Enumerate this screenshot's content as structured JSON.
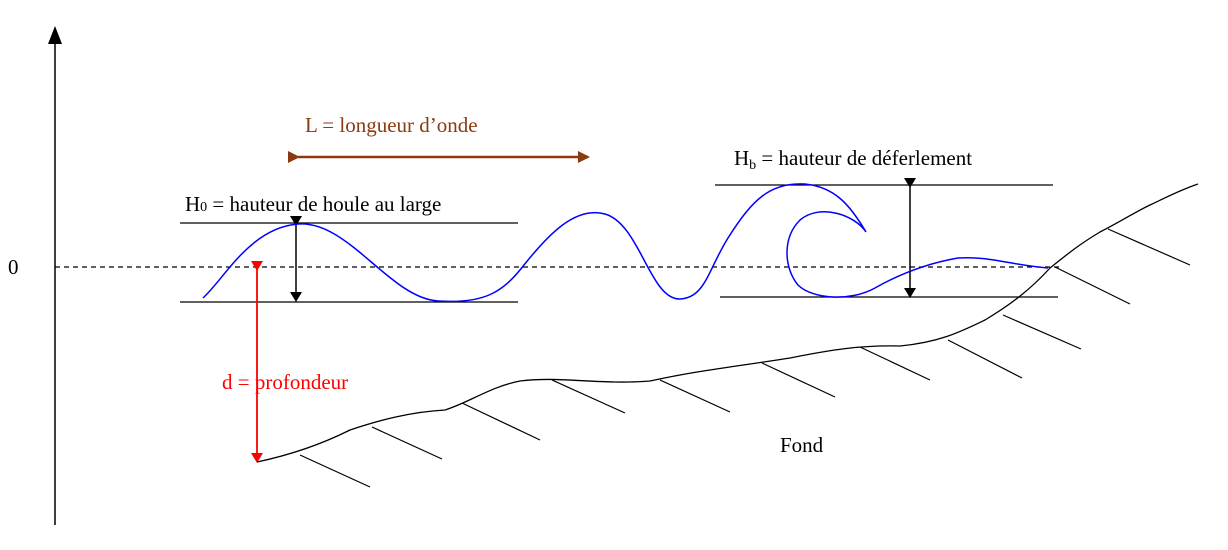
{
  "labels": {
    "zero": "0",
    "wavelength": "L = longueur d’onde",
    "h0_main": "H",
    "h0_sub": "0",
    "h0_rest": " = hauteur de houle au large",
    "hb_main": "H",
    "hb_sub": "b",
    "hb_rest": " = hauteur de déferlement",
    "depth": "d = profondeur",
    "bottom": "Fond"
  },
  "colors": {
    "axis": "#000000",
    "wave": "#0000ff",
    "wavelength": "#8b3a0f",
    "depth": "#ff0000",
    "black": "#000000"
  }
}
